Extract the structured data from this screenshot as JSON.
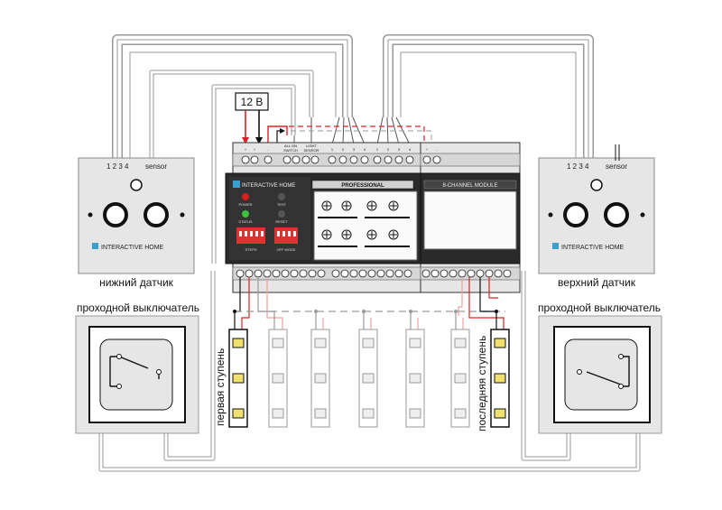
{
  "power": {
    "voltage": "12 В",
    "plus": "+",
    "minus": "-"
  },
  "controller": {
    "brand": "INTERACTIVE HOME",
    "series": "PROFESSIONAL",
    "top_labels": {
      "all_on": "ALL ON",
      "switch": "SWITCH",
      "light": "LIGHT",
      "sensor": "SENSOR",
      "pins": [
        "1",
        "2",
        "3",
        "4",
        "1",
        "2",
        "3",
        "4"
      ]
    },
    "leds": {
      "power": "POWER",
      "test": "TEST",
      "status": "STATUS",
      "reset": "RESET"
    },
    "dips": {
      "steps": "STEPS",
      "off_mode": "OFF MODE"
    }
  },
  "module": {
    "title": "8-CHANNEL MODULE"
  },
  "sensors": {
    "lower": {
      "pins": "1 2 3 4",
      "sensor": "sensor",
      "brand": "INTERACTIVE HOME",
      "caption": "нижний датчик"
    },
    "upper": {
      "pins": "1 2 3 4",
      "sensor": "sensor",
      "brand": "INTERACTIVE HOME",
      "caption": "верхний датчик"
    }
  },
  "switches": {
    "left_caption": "проходной выключатель",
    "right_caption": "проходной выключатель"
  },
  "strips": {
    "first": "первая ступень",
    "last": "последняя ступень"
  },
  "colors": {
    "wire_grey": "#999999",
    "wire_red": "#e02020",
    "wire_pink": "#f0a0a0",
    "panel": "#e6e6e6",
    "dark": "#1a1a1a",
    "led_green": "#3cc23c",
    "led_red": "#d81e1e",
    "dip_red": "#e03030",
    "strip_yellow": "#f0e070"
  }
}
